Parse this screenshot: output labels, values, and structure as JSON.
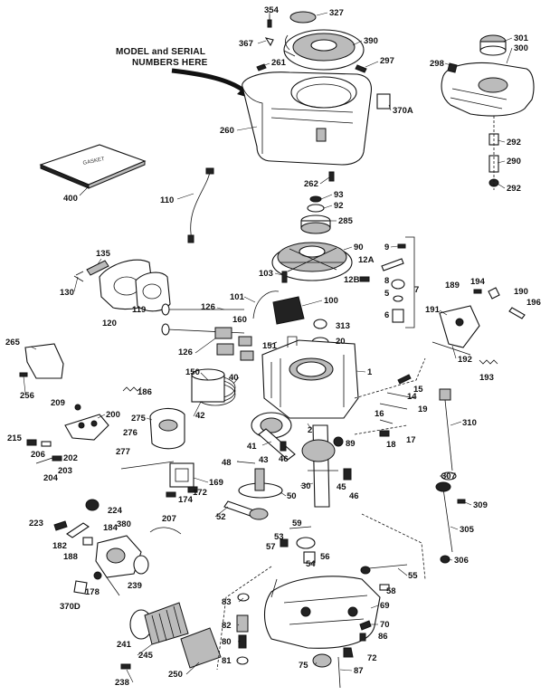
{
  "note": {
    "line1": "MODEL and SERIAL",
    "line2": "NUMBERS HERE"
  },
  "gasket_text": "GASKET",
  "labels": {
    "p354": "354",
    "p327": "327",
    "p367": "367",
    "p390": "390",
    "p261": "261",
    "p297": "297",
    "p301": "301",
    "p300": "300",
    "p298": "298",
    "p260": "260",
    "p370A": "370A",
    "p292a": "292",
    "p290": "290",
    "p292b": "292",
    "p262": "262",
    "p400": "400",
    "p110": "110",
    "p93": "93",
    "p92": "92",
    "p285": "285",
    "p135": "135",
    "p90": "90",
    "p9": "9",
    "p12A": "12A",
    "p130": "130",
    "p103": "103",
    "p12B": "12B",
    "p8": "8",
    "p7": "7",
    "p5": "5",
    "p6": "6",
    "p189": "189",
    "p194": "194",
    "p190": "190",
    "p196": "196",
    "p101": "101",
    "p100": "100",
    "p191": "191",
    "p120": "120",
    "p119": "119",
    "p126a": "126",
    "p160": "160",
    "p313": "313",
    "p126b": "126",
    "p20": "20",
    "p192": "192",
    "p265": "265",
    "p151": "151",
    "p150": "150",
    "p40": "40",
    "p1": "1",
    "p15": "15",
    "p193": "193",
    "p256": "256",
    "p186": "186",
    "p14": "14",
    "p209": "209",
    "p200": "200",
    "p19": "19",
    "p275": "275",
    "p42": "42",
    "p310": "310",
    "p16": "16",
    "p276": "276",
    "p2": "2",
    "p17": "17",
    "p215": "215",
    "p206": "206",
    "p202": "202",
    "p18": "18",
    "p41": "41",
    "p89": "89",
    "p203": "203",
    "p277": "277",
    "p46a": "46",
    "p204": "204",
    "p48": "48",
    "p43": "43",
    "p307": "307",
    "p169": "169",
    "p30": "30",
    "p45": "45",
    "p172": "172",
    "p46b": "46",
    "p174": "174",
    "p50": "50",
    "p309": "309",
    "p224": "224",
    "p52": "52",
    "p207": "207",
    "p380": "380",
    "p223": "223",
    "p184": "184",
    "p59": "59",
    "p305": "305",
    "p182": "182",
    "p53": "53",
    "p188": "188",
    "p57": "57",
    "p56": "56",
    "p54": "54",
    "p306": "306",
    "p178": "178",
    "p239": "239",
    "p55": "55",
    "p370D": "370D",
    "p83": "83",
    "p58": "58",
    "p69": "69",
    "p82": "82",
    "p70": "70",
    "p241": "241",
    "p86": "86",
    "p80": "80",
    "p245": "245",
    "p72": "72",
    "p81": "81",
    "p75": "75",
    "p87": "87",
    "p238": "238",
    "p250": "250"
  }
}
